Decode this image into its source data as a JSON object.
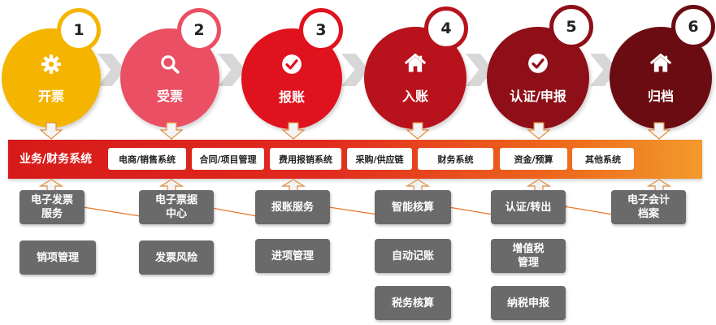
{
  "steps": [
    {
      "num": "1",
      "label": "开票",
      "icon": "gear-icon",
      "color": "#f5b400"
    },
    {
      "num": "2",
      "label": "受票",
      "icon": "search-icon",
      "color": "#ea4f63"
    },
    {
      "num": "3",
      "label": "报账",
      "icon": "check-icon",
      "color": "#e0121d"
    },
    {
      "num": "4",
      "label": "入账",
      "icon": "home-icon",
      "color": "#b8121c"
    },
    {
      "num": "5",
      "label": "认证/申报",
      "icon": "check-icon",
      "color": "#8f0f18"
    },
    {
      "num": "6",
      "label": "归档",
      "icon": "home-icon",
      "color": "#6b0b12"
    }
  ],
  "bar": {
    "title": "业务/财务系统",
    "tags": [
      "电商/销售系统",
      "合同/项目管理",
      "费用报销系统",
      "采购/供应链",
      "财务系统",
      "资金/预算",
      "其他系统"
    ]
  },
  "services": {
    "row1": [
      "电子发票\n服务",
      "电子票据\n中心",
      "报账服务",
      "智能核算",
      "认证/转出",
      "电子会计\n档案"
    ],
    "row2": [
      "销项管理",
      "发票风险",
      "进项管理",
      "自动记账",
      "增值税\n管理"
    ],
    "row3": [
      "税务核算",
      "纳税申报"
    ]
  },
  "colors": {
    "connector": "#e8782a",
    "arrow_fill": "#f4f4f4",
    "arrow_stroke": "#e08a3c"
  }
}
